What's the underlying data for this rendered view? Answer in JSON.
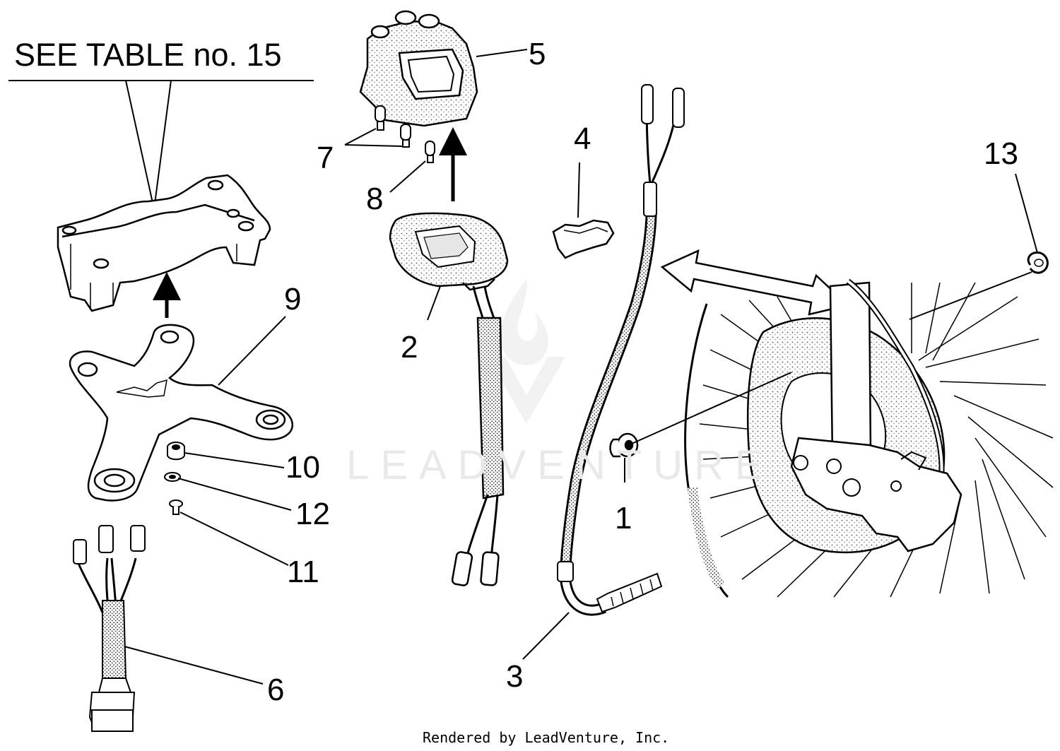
{
  "see_table": "SEE TABLE no. 15",
  "callouts": [
    "1",
    "2",
    "3",
    "4",
    "5",
    "6",
    "7",
    "8",
    "9",
    "10",
    "11",
    "12",
    "13"
  ],
  "watermark": "LEADVENTURE",
  "credit": "Rendered by LeadVenture, Inc."
}
